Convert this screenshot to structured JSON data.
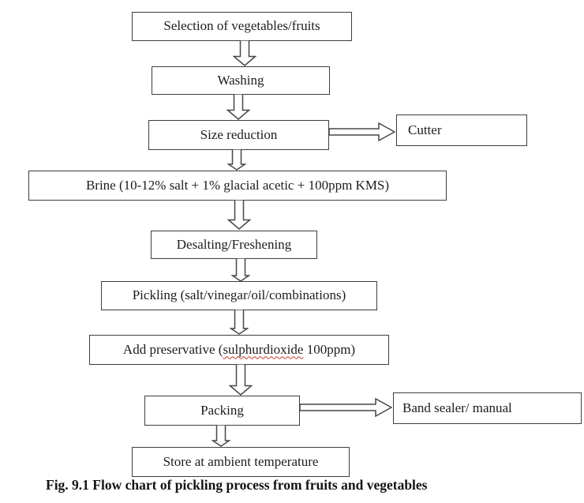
{
  "figure_caption": "Fig. 9.1 Flow chart of pickling process from fruits and vegetables",
  "colors": {
    "background": "#ffffff",
    "box_border": "#3d3d3d",
    "text": "#1c1c1c",
    "spellcheck_underline": "#c23b2e"
  },
  "nodes": {
    "selection": {
      "label": "Selection of vegetables/fruits"
    },
    "washing": {
      "label": "Washing"
    },
    "size_reduction": {
      "label": "Size reduction"
    },
    "cutter": {
      "label": "Cutter"
    },
    "brine": {
      "label": "Brine (10-12% salt + 1% glacial acetic + 100ppm KMS)"
    },
    "desalting": {
      "label": "Desalting/Freshening"
    },
    "pickling": {
      "label": "Pickling (salt/vinegar/oil/combinations)"
    },
    "preservative": {
      "prefix": "Add preservative (",
      "misspelled_word": "sulphurdioxide",
      "suffix": " 100ppm)"
    },
    "packing": {
      "label": "Packing"
    },
    "band_sealer": {
      "label": "Band sealer/ manual"
    },
    "store": {
      "label": "Store at ambient temperature"
    }
  },
  "edges": [
    {
      "from": "selection",
      "to": "washing",
      "style": "hollow-down-arrow"
    },
    {
      "from": "washing",
      "to": "size_reduction",
      "style": "hollow-down-arrow"
    },
    {
      "from": "size_reduction",
      "to": "cutter",
      "style": "hollow-right-arrow"
    },
    {
      "from": "size_reduction",
      "to": "brine",
      "style": "hollow-down-connector"
    },
    {
      "from": "brine",
      "to": "desalting",
      "style": "hollow-down-arrow"
    },
    {
      "from": "desalting",
      "to": "pickling",
      "style": "hollow-down-connector"
    },
    {
      "from": "pickling",
      "to": "preservative",
      "style": "hollow-down-connector"
    },
    {
      "from": "preservative",
      "to": "packing",
      "style": "hollow-down-arrow"
    },
    {
      "from": "packing",
      "to": "band_sealer",
      "style": "hollow-right-arrow"
    },
    {
      "from": "packing",
      "to": "store",
      "style": "hollow-down-connector"
    }
  ]
}
